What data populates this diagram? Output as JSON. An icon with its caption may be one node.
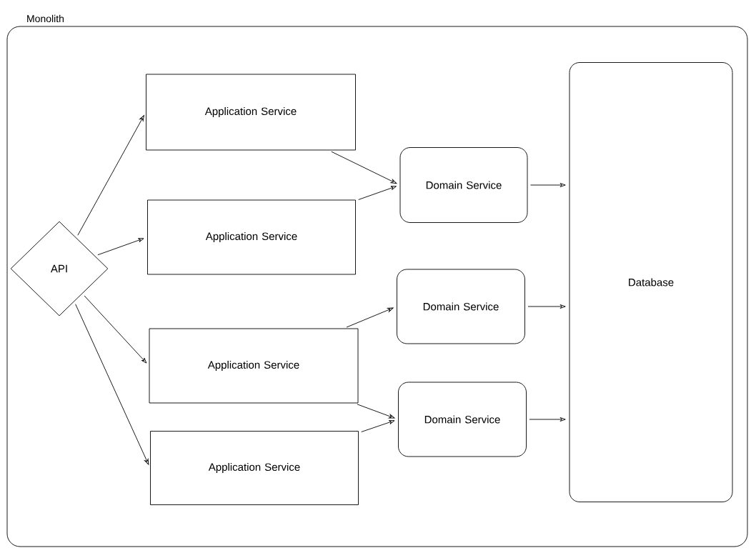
{
  "diagram": {
    "nodes": [
      {
        "text": [
          "Monolith"
        ]
      },
      {
        "text": [
          "API"
        ],
        "in": 0
      },
      {
        "text": [
          "Application Service"
        ],
        "in": 0
      },
      {
        "text": [
          "Application Service"
        ],
        "in": 0
      },
      {
        "text": [
          "Application Service"
        ],
        "in": 0
      },
      {
        "text": [
          "Application Service"
        ],
        "in": 0
      },
      {
        "text": [
          "Domain Service"
        ],
        "in": 0
      },
      {
        "text": [
          "Domain Service"
        ],
        "in": 0
      },
      {
        "text": [
          "Domain Service"
        ],
        "in": 0
      },
      {
        "text": [
          "Database"
        ],
        "in": 0
      }
    ],
    "edges": [
      {
        "from": 1,
        "to": 2,
        "arrow": "to"
      },
      {
        "from": 1,
        "to": 3,
        "arrow": "to"
      },
      {
        "from": 1,
        "to": 4,
        "arrow": "to"
      },
      {
        "from": 1,
        "to": 5,
        "arrow": "to"
      },
      {
        "from": 2,
        "to": 6,
        "arrow": "to"
      },
      {
        "from": 3,
        "to": 6,
        "arrow": "to"
      },
      {
        "from": 4,
        "to": 7,
        "arrow": "to"
      },
      {
        "from": 4,
        "to": 8,
        "arrow": "to"
      },
      {
        "from": 5,
        "to": 8,
        "arrow": "to"
      },
      {
        "from": 6,
        "to": 9,
        "arrow": "to"
      },
      {
        "from": 7,
        "to": 9,
        "arrow": "to"
      },
      {
        "from": 8,
        "to": 9,
        "arrow": "to"
      }
    ]
  }
}
